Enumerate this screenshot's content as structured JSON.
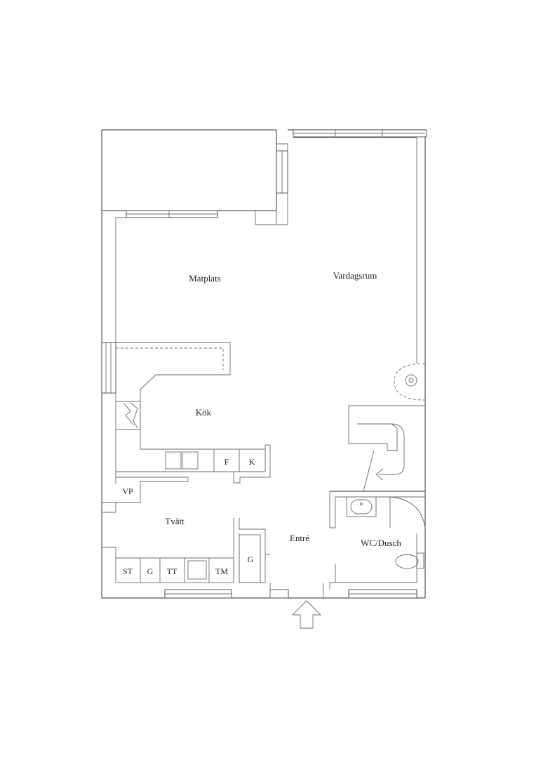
{
  "rooms": {
    "matplats": "Matplats",
    "vardagsrum": "Vardagsrum",
    "kok": "Kök",
    "tvatt": "Tvätt",
    "entre": "Entré",
    "wc_dusch": "WC/Dusch"
  },
  "appliances": {
    "freezer": "F",
    "fridge": "K",
    "water_heater": "VP",
    "wardrobe": "G",
    "dryer_cabinet": "ST",
    "cabinet": "G",
    "dryer": "TT",
    "washer": "TM"
  },
  "colors": {
    "line": "#555555",
    "text": "#222222"
  },
  "icons": {
    "entrance": "entrance-arrow-icon",
    "toilet": "toilet-icon",
    "sink": "sink-icon",
    "shower": "shower-drain-icon"
  }
}
